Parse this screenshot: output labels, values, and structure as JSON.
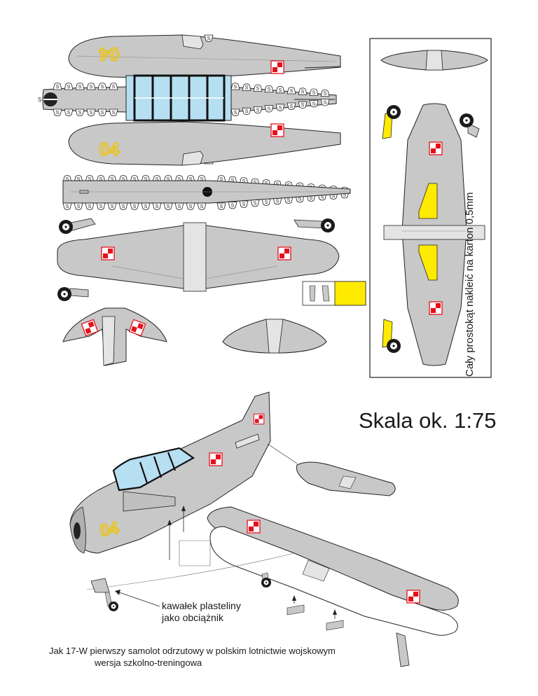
{
  "sheet": {
    "scale_label": "Skala ok.  1:75",
    "mount_note": "Cały prostokąt nakleić na karton 0,5mm",
    "callout_line1": "kawałek plasteliny",
    "callout_line2": "jako obciążnik",
    "caption_line1": "Jak 17-W pierwszy samolot odrzutowy w polskim lotnictwie wojskowym",
    "caption_line2": "wersja szkolno-treningowa"
  },
  "markings": {
    "tactical_number": "04",
    "tab_letter": "S",
    "hub_letter": "S"
  },
  "colors": {
    "aircraft_grey": "#c8c8c8",
    "panel_light": "#e4e4e4",
    "canopy_blue": "#b6dff2",
    "number_yellow": "#f0c400",
    "strut_yellow": "#ffeb00",
    "insignia_red": "#e3111b",
    "outline": "#222222"
  }
}
